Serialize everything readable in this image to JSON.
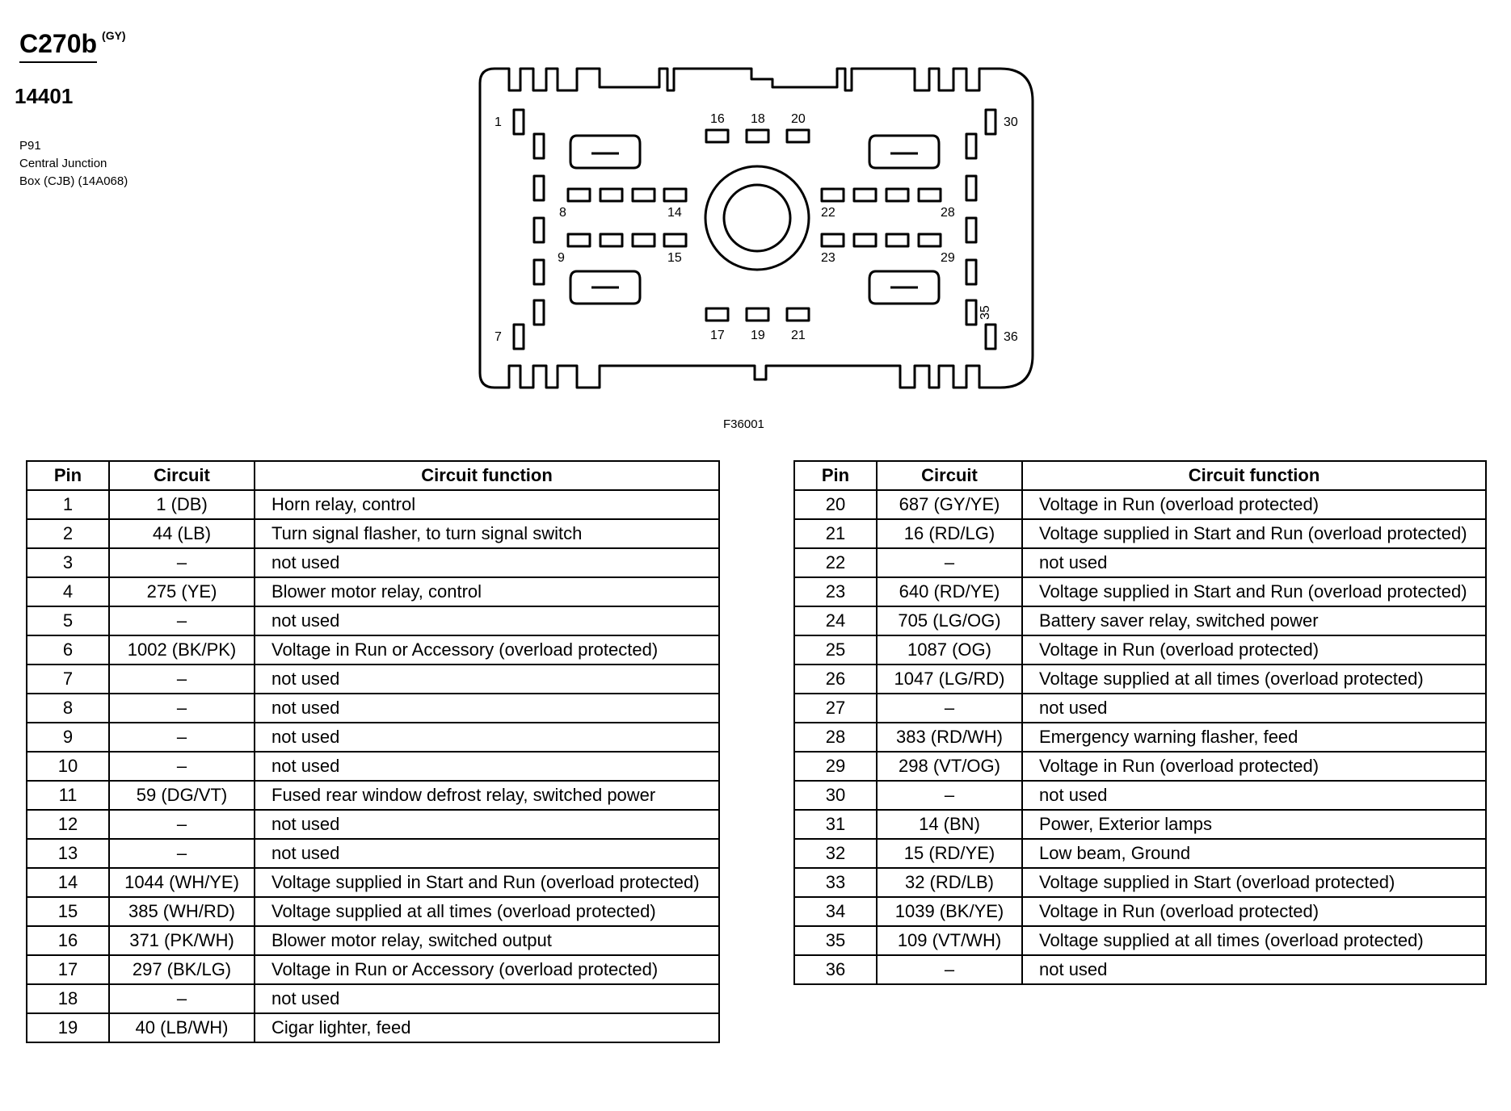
{
  "connector": {
    "id": "C270b",
    "color": "(GY)",
    "part_number": "14401",
    "description": [
      "P91",
      "Central Junction",
      "Box (CJB) (14A068)"
    ],
    "figure_code": "F36001"
  },
  "diagram_labels": {
    "p1": "1",
    "p7": "7",
    "p8": "8",
    "p9": "9",
    "p14": "14",
    "p15": "15",
    "p16": "16",
    "p17": "17",
    "p18": "18",
    "p19": "19",
    "p20": "20",
    "p21": "21",
    "p22": "22",
    "p23": "23",
    "p28": "28",
    "p29": "29",
    "p30": "30",
    "p35": "35",
    "p36": "36"
  },
  "table_headers": {
    "pin": "Pin",
    "circuit": "Circuit",
    "function": "Circuit function"
  },
  "left_rows": [
    {
      "pin": "1",
      "circuit": "1 (DB)",
      "function": "Horn relay, control"
    },
    {
      "pin": "2",
      "circuit": "44 (LB)",
      "function": "Turn signal flasher, to turn signal switch"
    },
    {
      "pin": "3",
      "circuit": "–",
      "function": "not used"
    },
    {
      "pin": "4",
      "circuit": "275 (YE)",
      "function": "Blower motor relay, control"
    },
    {
      "pin": "5",
      "circuit": "–",
      "function": "not used"
    },
    {
      "pin": "6",
      "circuit": "1002 (BK/PK)",
      "function": "Voltage in Run or Accessory (overload protected)"
    },
    {
      "pin": "7",
      "circuit": "–",
      "function": "not used"
    },
    {
      "pin": "8",
      "circuit": "–",
      "function": "not used"
    },
    {
      "pin": "9",
      "circuit": "–",
      "function": "not used"
    },
    {
      "pin": "10",
      "circuit": "–",
      "function": "not used"
    },
    {
      "pin": "11",
      "circuit": "59 (DG/VT)",
      "function": "Fused rear window defrost relay, switched power"
    },
    {
      "pin": "12",
      "circuit": "–",
      "function": "not used"
    },
    {
      "pin": "13",
      "circuit": "–",
      "function": "not used"
    },
    {
      "pin": "14",
      "circuit": "1044 (WH/YE)",
      "function": "Voltage supplied in Start and Run (overload protected)"
    },
    {
      "pin": "15",
      "circuit": "385 (WH/RD)",
      "function": "Voltage supplied at all times (overload protected)"
    },
    {
      "pin": "16",
      "circuit": "371 (PK/WH)",
      "function": "Blower motor relay, switched output"
    },
    {
      "pin": "17",
      "circuit": "297 (BK/LG)",
      "function": "Voltage in Run or Accessory (overload protected)"
    },
    {
      "pin": "18",
      "circuit": "–",
      "function": "not used"
    },
    {
      "pin": "19",
      "circuit": "40 (LB/WH)",
      "function": "Cigar lighter, feed"
    }
  ],
  "right_rows": [
    {
      "pin": "20",
      "circuit": "687 (GY/YE)",
      "function": "Voltage in Run (overload protected)"
    },
    {
      "pin": "21",
      "circuit": "16 (RD/LG)",
      "function": "Voltage supplied in Start and Run (overload protected)"
    },
    {
      "pin": "22",
      "circuit": "–",
      "function": "not used"
    },
    {
      "pin": "23",
      "circuit": "640 (RD/YE)",
      "function": "Voltage supplied in Start and Run (overload protected)"
    },
    {
      "pin": "24",
      "circuit": "705 (LG/OG)",
      "function": "Battery saver relay, switched power"
    },
    {
      "pin": "25",
      "circuit": "1087 (OG)",
      "function": "Voltage in Run (overload protected)"
    },
    {
      "pin": "26",
      "circuit": "1047 (LG/RD)",
      "function": "Voltage supplied at all times (overload protected)"
    },
    {
      "pin": "27",
      "circuit": "–",
      "function": "not used"
    },
    {
      "pin": "28",
      "circuit": "383 (RD/WH)",
      "function": "Emergency warning flasher, feed"
    },
    {
      "pin": "29",
      "circuit": "298 (VT/OG)",
      "function": "Voltage in Run (overload protected)"
    },
    {
      "pin": "30",
      "circuit": "–",
      "function": "not used"
    },
    {
      "pin": "31",
      "circuit": "14 (BN)",
      "function": "Power, Exterior lamps"
    },
    {
      "pin": "32",
      "circuit": "15 (RD/YE)",
      "function": "Low beam, Ground"
    },
    {
      "pin": "33",
      "circuit": "32 (RD/LB)",
      "function": "Voltage supplied in Start (overload protected)"
    },
    {
      "pin": "34",
      "circuit": "1039 (BK/YE)",
      "function": "Voltage in Run (overload protected)"
    },
    {
      "pin": "35",
      "circuit": "109 (VT/WH)",
      "function": "Voltage supplied at all times (overload protected)"
    },
    {
      "pin": "36",
      "circuit": "–",
      "function": "not used"
    }
  ]
}
